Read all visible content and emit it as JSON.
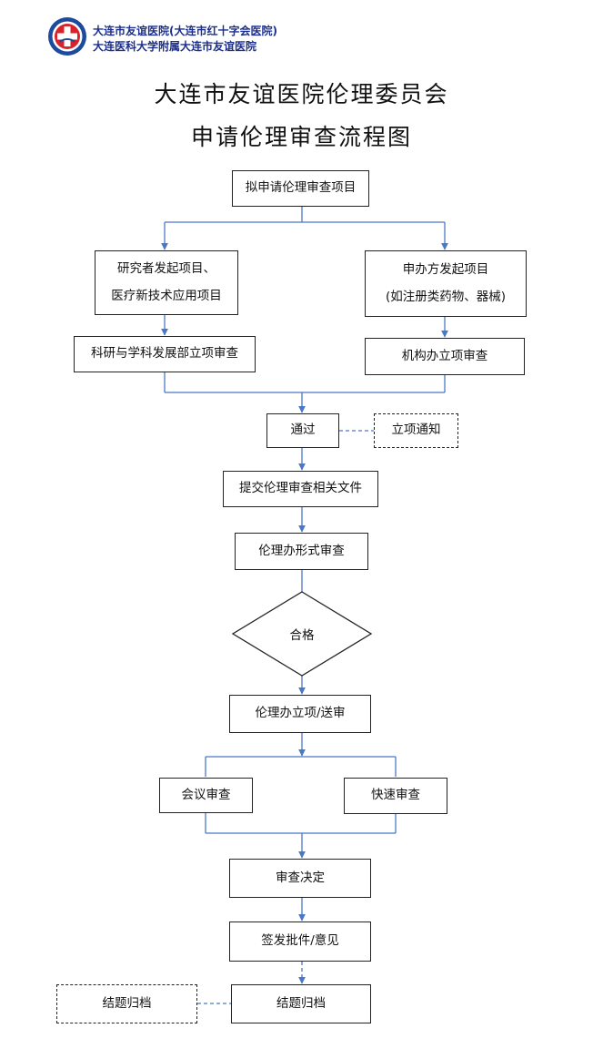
{
  "header": {
    "name_line1": "大连市友谊医院(大连市红十字会医院)",
    "name_line2": "大连医科大学附属大连市友谊医院",
    "logo_icon": "hospital-red-cross-emblem-icon",
    "brand_color": "#1c2f8c",
    "accent_color": "#d9232a"
  },
  "title": {
    "line1": "大连市友谊医院伦理委员会",
    "line2": "申请伦理审查流程图"
  },
  "flow": {
    "start": "拟申请伦理审查项目",
    "left_branch": {
      "line1": "研究者发起项目、",
      "line2": "医疗新技术应用项目",
      "review": "科研与学科发展部立项审查"
    },
    "right_branch": {
      "line1": "申办方发起项目",
      "line2": "(如注册类药物、器械)",
      "review": "机构办立项审查"
    },
    "pass": "通过",
    "notice": "立项通知",
    "submit": "提交伦理审查相关文件",
    "formal": "伦理办形式审查",
    "qualified": "合格",
    "register": "伦理办立项/送审",
    "meeting": "会议审查",
    "expedited": "快速审查",
    "decision": "审查决定",
    "sign": "签发批件/意见",
    "close": "结题归档",
    "close_archive": "结题归档",
    "line_color": "#4a78c8"
  }
}
